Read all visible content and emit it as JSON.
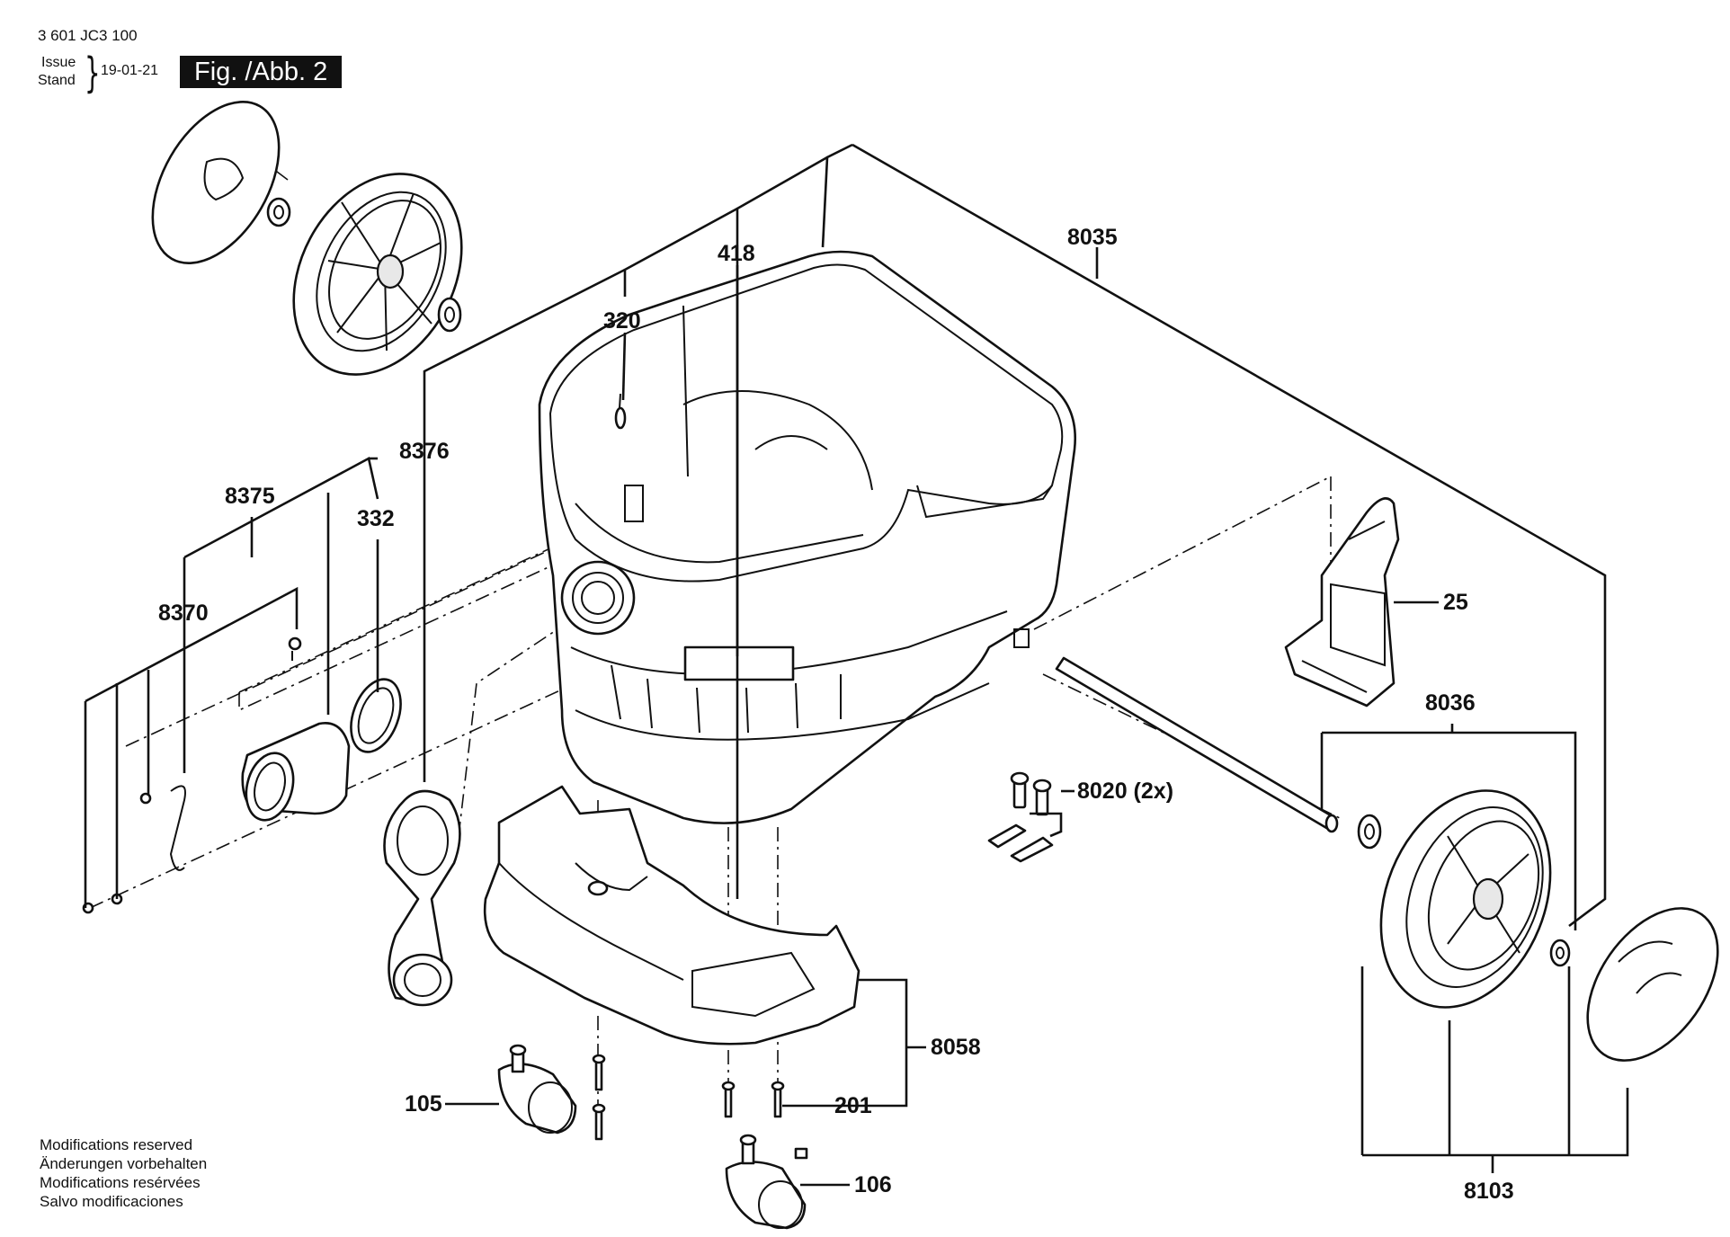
{
  "header": {
    "doc_number": "3 601 JC3 100",
    "issue_label": "Issue",
    "stand_label": "Stand",
    "issue_date": "19-01-21",
    "figure_label": "Fig. /Abb. 2"
  },
  "part_labels": [
    "8035",
    "418",
    "320",
    "8376",
    "8375",
    "332",
    "8370",
    "25",
    "8036",
    "8020 (2x)",
    "8058",
    "105",
    "201",
    "106",
    "8103"
  ],
  "notices": {
    "en": "Modifications reserved",
    "de": "Änderungen vorbehalten",
    "fr": "Modifications resérvées",
    "es": "Salvo modificaciones"
  }
}
